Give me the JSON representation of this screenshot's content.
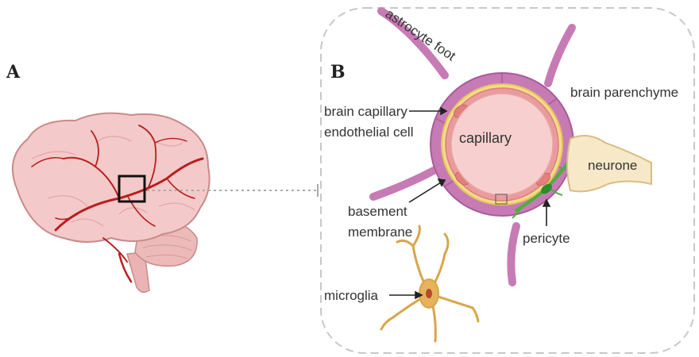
{
  "panels": {
    "a": "A",
    "b": "B"
  },
  "labels": {
    "astrocyte_foot": "astrocyte foot",
    "brain_parenchyme": "brain parenchyme",
    "endothelial_line1": "brain capillary",
    "endothelial_line2": "endothelial cell",
    "capillary": "capillary",
    "neurone": "neurone",
    "basement_line1": "basement",
    "basement_line2": "membrane",
    "pericyte": "pericyte",
    "microglia": "microglia"
  },
  "colors": {
    "astrocyte": "#c77bb5",
    "astrocyte_dark": "#a85c98",
    "capillary_lumen": "#f6c6c6",
    "endothelial": "#ea9c9c",
    "basement": "#e6c45c",
    "pericyte": "#4caf3f",
    "neurone": "#f7e8c8",
    "microglia": "#d9a54a",
    "brain": "#f4c9c9",
    "vessel": "#b81e1e"
  }
}
